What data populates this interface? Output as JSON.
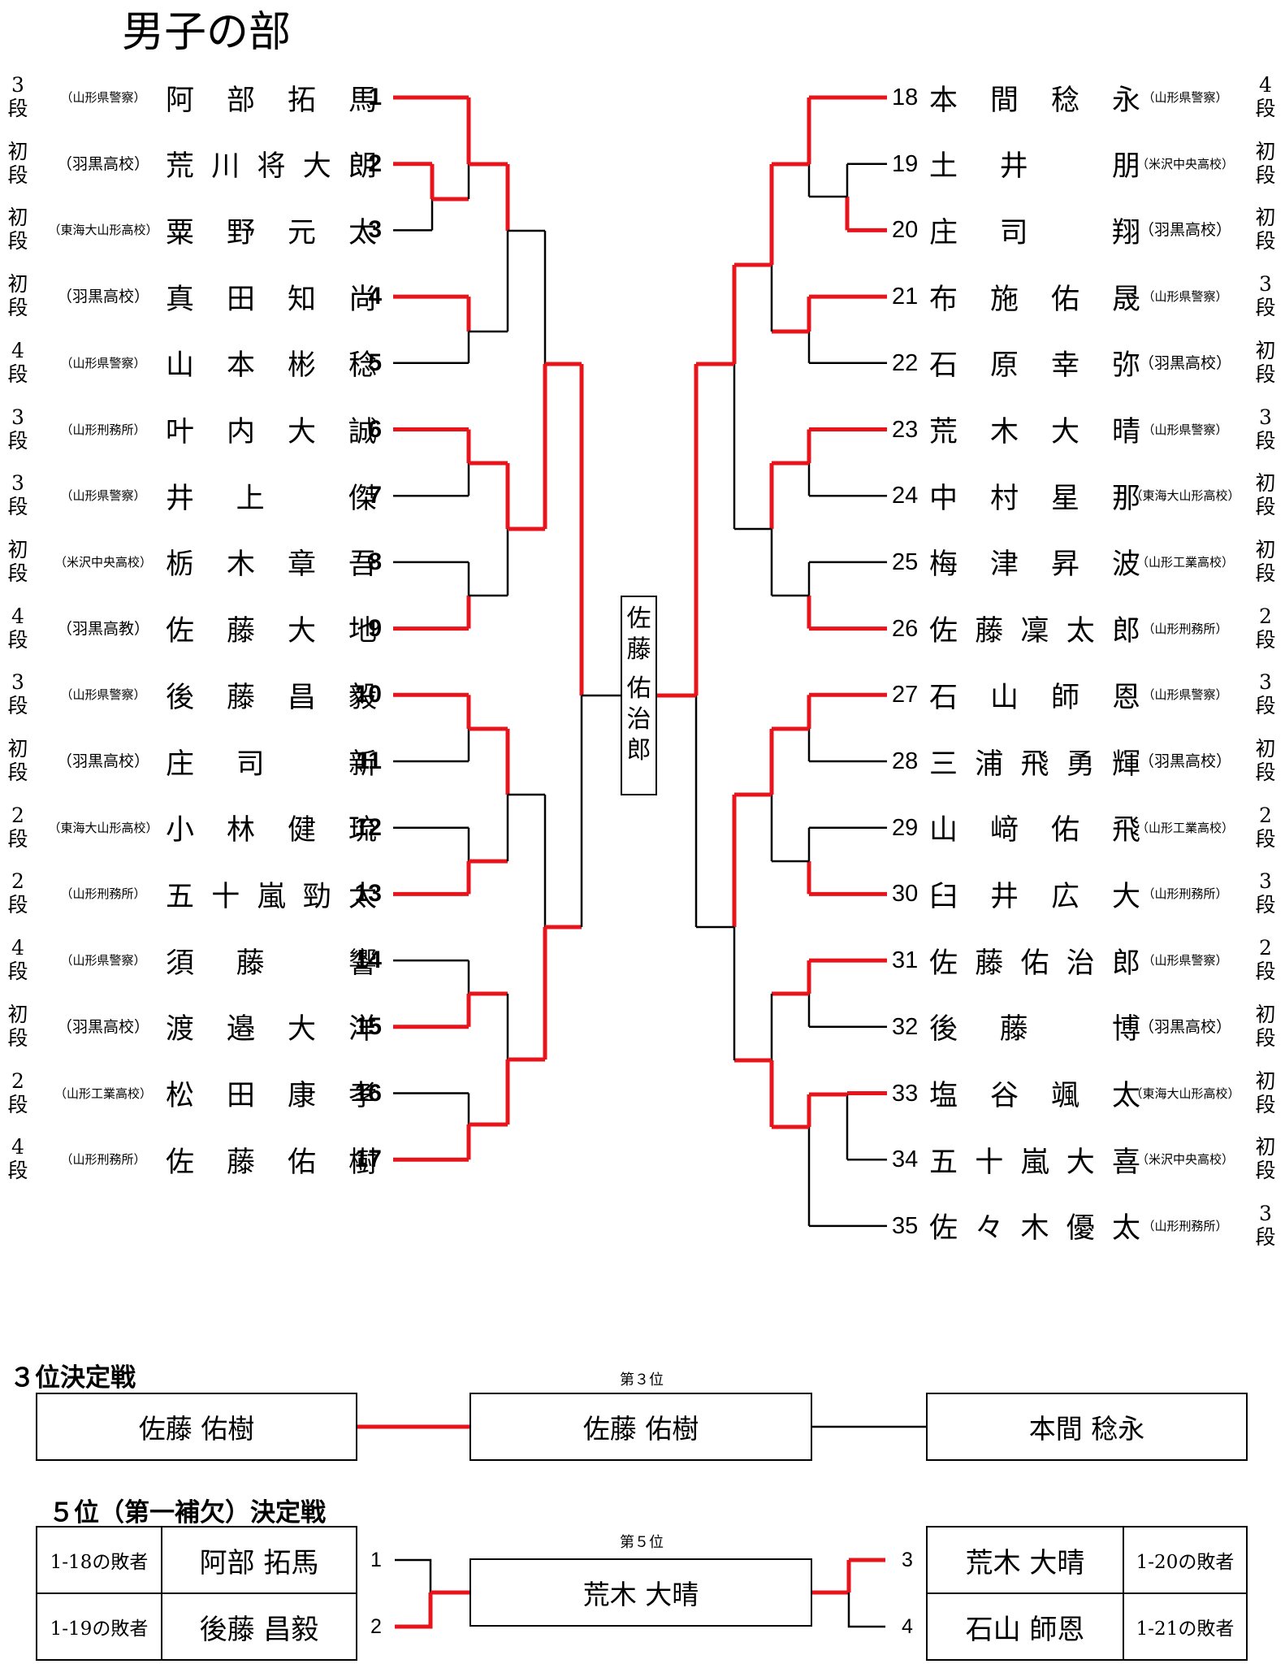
{
  "title": "男子の部",
  "colors": {
    "winner_line": "#e8141c",
    "line": "#000000"
  },
  "champion": [
    "佐",
    "藤",
    "佑",
    "治",
    "郎"
  ],
  "left_players": [
    {
      "no": "1",
      "rank": [
        "3",
        "段"
      ],
      "org": "（山形県警察）",
      "name": [
        "阿",
        "部",
        "拓",
        "馬"
      ]
    },
    {
      "no": "2",
      "rank": [
        "初",
        "段"
      ],
      "org": "（羽黒高校）",
      "name": [
        "荒",
        "川",
        "将",
        "大",
        "朗"
      ]
    },
    {
      "no": "3",
      "rank": [
        "初",
        "段"
      ],
      "org": "（東海大山形高校）",
      "name": [
        "粟",
        "野",
        "元",
        "太"
      ]
    },
    {
      "no": "4",
      "rank": [
        "初",
        "段"
      ],
      "org": "（羽黒高校）",
      "name": [
        "真",
        "田",
        "知",
        "尚"
      ]
    },
    {
      "no": "5",
      "rank": [
        "4",
        "段"
      ],
      "org": "（山形県警察）",
      "name": [
        "山",
        "本",
        "彬",
        "稔"
      ]
    },
    {
      "no": "6",
      "rank": [
        "3",
        "段"
      ],
      "org": "（山形刑務所）",
      "name": [
        "叶",
        "内",
        "大",
        "誠"
      ]
    },
    {
      "no": "7",
      "rank": [
        "3",
        "段"
      ],
      "org": "（山形県警察）",
      "name": [
        "井",
        "上",
        "",
        "傑"
      ]
    },
    {
      "no": "8",
      "rank": [
        "初",
        "段"
      ],
      "org": "（米沢中央高校）",
      "name": [
        "栃",
        "木",
        "章",
        "吾"
      ]
    },
    {
      "no": "9",
      "rank": [
        "4",
        "段"
      ],
      "org": "（羽黒高教）",
      "name": [
        "佐",
        "藤",
        "大",
        "地"
      ]
    },
    {
      "no": "10",
      "rank": [
        "3",
        "段"
      ],
      "org": "（山形県警察）",
      "name": [
        "後",
        "藤",
        "昌",
        "毅"
      ]
    },
    {
      "no": "11",
      "rank": [
        "初",
        "段"
      ],
      "org": "（羽黒高校）",
      "name": [
        "庄",
        "司",
        "",
        "新"
      ]
    },
    {
      "no": "12",
      "rank": [
        "2",
        "段"
      ],
      "org": "（東海大山形高校）",
      "name": [
        "小",
        "林",
        "健",
        "琉"
      ]
    },
    {
      "no": "13",
      "rank": [
        "2",
        "段"
      ],
      "org": "（山形刑務所）",
      "name": [
        "五",
        "十",
        "嵐",
        "勁",
        "太"
      ]
    },
    {
      "no": "14",
      "rank": [
        "4",
        "段"
      ],
      "org": "（山形県警察）",
      "name": [
        "須",
        "藤",
        "",
        "響"
      ]
    },
    {
      "no": "15",
      "rank": [
        "初",
        "段"
      ],
      "org": "（羽黒高校）",
      "name": [
        "渡",
        "邉",
        "大",
        "洋"
      ]
    },
    {
      "no": "16",
      "rank": [
        "2",
        "段"
      ],
      "org": "（山形工業高校）",
      "name": [
        "松",
        "田",
        "康",
        "孝"
      ]
    },
    {
      "no": "17",
      "rank": [
        "4",
        "段"
      ],
      "org": "（山形刑務所）",
      "name": [
        "佐",
        "藤",
        "佑",
        "樹"
      ]
    }
  ],
  "right_players": [
    {
      "no": "18",
      "rank": [
        "4",
        "段"
      ],
      "org": "（山形県警察）",
      "name": [
        "本",
        "間",
        "稔",
        "永"
      ]
    },
    {
      "no": "19",
      "rank": [
        "初",
        "段"
      ],
      "org": "（米沢中央高校）",
      "name": [
        "土",
        "井",
        "",
        "朋"
      ]
    },
    {
      "no": "20",
      "rank": [
        "初",
        "段"
      ],
      "org": "（羽黒高校）",
      "name": [
        "庄",
        "司",
        "",
        "翔"
      ]
    },
    {
      "no": "21",
      "rank": [
        "3",
        "段"
      ],
      "org": "（山形県警察）",
      "name": [
        "布",
        "施",
        "佑",
        "晟"
      ]
    },
    {
      "no": "22",
      "rank": [
        "初",
        "段"
      ],
      "org": "（羽黒高校）",
      "name": [
        "石",
        "原",
        "幸",
        "弥"
      ]
    },
    {
      "no": "23",
      "rank": [
        "3",
        "段"
      ],
      "org": "（山形県警察）",
      "name": [
        "荒",
        "木",
        "大",
        "晴"
      ]
    },
    {
      "no": "24",
      "rank": [
        "初",
        "段"
      ],
      "org": "（東海大山形高校）",
      "name": [
        "中",
        "村",
        "星",
        "那"
      ]
    },
    {
      "no": "25",
      "rank": [
        "初",
        "段"
      ],
      "org": "（山形工業高校）",
      "name": [
        "梅",
        "津",
        "昇",
        "波"
      ]
    },
    {
      "no": "26",
      "rank": [
        "2",
        "段"
      ],
      "org": "（山形刑務所）",
      "name": [
        "佐",
        "藤",
        "凜",
        "太",
        "郎"
      ]
    },
    {
      "no": "27",
      "rank": [
        "3",
        "段"
      ],
      "org": "（山形県警察）",
      "name": [
        "石",
        "山",
        "師",
        "恩"
      ]
    },
    {
      "no": "28",
      "rank": [
        "初",
        "段"
      ],
      "org": "（羽黒高校）",
      "name": [
        "三",
        "浦",
        "飛",
        "勇",
        "輝"
      ]
    },
    {
      "no": "29",
      "rank": [
        "2",
        "段"
      ],
      "org": "（山形工業高校）",
      "name": [
        "山",
        "﨑",
        "佑",
        "飛"
      ]
    },
    {
      "no": "30",
      "rank": [
        "3",
        "段"
      ],
      "org": "（山形刑務所）",
      "name": [
        "臼",
        "井",
        "広",
        "大"
      ]
    },
    {
      "no": "31",
      "rank": [
        "2",
        "段"
      ],
      "org": "（山形県警察）",
      "name": [
        "佐",
        "藤",
        "佑",
        "治",
        "郎"
      ]
    },
    {
      "no": "32",
      "rank": [
        "初",
        "段"
      ],
      "org": "（羽黒高校）",
      "name": [
        "後",
        "藤",
        "",
        "博"
      ]
    },
    {
      "no": "33",
      "rank": [
        "初",
        "段"
      ],
      "org": "（東海大山形高校）",
      "name": [
        "塩",
        "谷",
        "颯",
        "太"
      ]
    },
    {
      "no": "34",
      "rank": [
        "初",
        "段"
      ],
      "org": "（米沢中央高校）",
      "name": [
        "五",
        "十",
        "嵐",
        "大",
        "喜"
      ]
    },
    {
      "no": "35",
      "rank": [
        "3",
        "段"
      ],
      "org": "（山形刑務所）",
      "name": [
        "佐",
        "々",
        "木",
        "優",
        "太"
      ]
    }
  ],
  "third_place": {
    "heading": "３位決定戦",
    "place_label": "第３位",
    "left": "佐藤 佑樹",
    "winner": "佐藤 佑樹",
    "right": "本間 稔永"
  },
  "fifth_place": {
    "heading": "５位（第一補欠）決定戦",
    "place_label": "第５位",
    "winner": "荒木 大晴",
    "left": [
      {
        "label": "1-18の敗者",
        "name": "阿部 拓馬",
        "no": "1"
      },
      {
        "label": "1-19の敗者",
        "name": "後藤 昌毅",
        "no": "2"
      }
    ],
    "right": [
      {
        "label": "1-20の敗者",
        "name": "荒木 大晴",
        "no": "3"
      },
      {
        "label": "1-21の敗者",
        "name": "石山 師恩",
        "no": "4"
      }
    ]
  }
}
